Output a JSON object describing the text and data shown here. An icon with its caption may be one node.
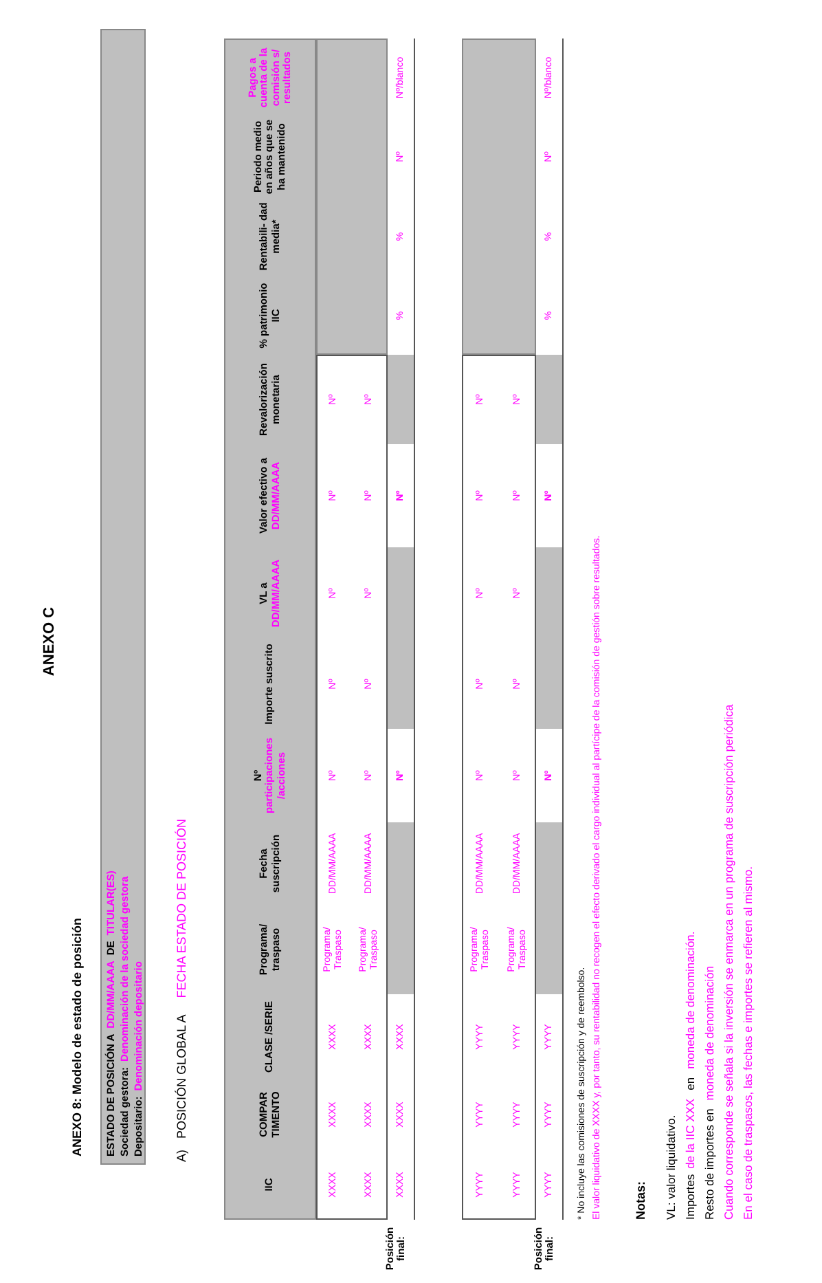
{
  "diagram": {
    "title": "ANEXO C",
    "labels": [
      "ANEXO 8: Modelo de estado de posición",
      "ESTADO DE POSICIÓN A",
      "DD/MM/AAAA",
      "DE",
      "TITULAR(ES)",
      "Sociedad gestora:",
      "Denominación de la sociedad gestora",
      "Depositario:",
      "Denominación depositario",
      "A)",
      "POSICIÓN GLOBAL A",
      "FECHA ESTADO DE POSICIÓN",
      "IIC",
      "COMPAR TIMENTO",
      "CLASE /SERIE",
      "Programa/ traspaso",
      "Fecha suscripción",
      "Nº",
      "participaciones /acciones",
      "Importe suscrito",
      "VL a",
      "DD/MM/AAAA",
      "Valor efectivo a",
      "DD/MM/AAAA",
      "Revalorización monetaria",
      "% patrimonio IIC",
      "Rentabili- dad media*",
      "Periodo medio en años que se ha mantenido",
      "Pagos a cuenta de la comisión s/ resultados",
      "XXXX",
      "XXXX",
      "XXXX",
      "Programa/ Traspaso",
      "DD/MM/AAAA",
      "Nº",
      "Nº",
      "Nº",
      "Nº",
      "Nº",
      "XXXX",
      "XXXX",
      "XXXX",
      "Programa/ Traspaso",
      "DD/MM/AAAA",
      "Nº",
      "Nº",
      "Nº",
      "Nº",
      "Nº",
      "Posición final:",
      "XXXX",
      "XXXX",
      "XXXX",
      "Nº",
      "Nº",
      "%",
      "%",
      "Nº",
      "Nº/blanco",
      "YYYY",
      "YYYY",
      "YYYY",
      "Programa/ Traspaso",
      "DD/MM/AAAA",
      "Nº",
      "Nº",
      "Nº",
      "Nº",
      "Nº",
      "YYYY",
      "YYYY",
      "YYYY",
      "Programa/ Traspaso",
      "DD/MM/AAAA",
      "Nº",
      "Nº",
      "Nº",
      "Nº",
      "Nº",
      "Posición final:",
      "YYYY",
      "YYYY",
      "YYYY",
      "Nº",
      "Nº",
      "%",
      "%",
      "Nº",
      "Nº/blanco",
      "* No incluye las comisiones de suscripción y de reembolso.",
      "El valor liquidativo de XXXX y, por tanto, su rentabilidad no recogen el efecto derivado el cargo individual al partícipe de la comisión de gestión sobre resultados.",
      "Notas:",
      "VL: valor liquidativo.",
      "Importes",
      "de la IIC XXX",
      "en",
      "moneda de denominación.",
      "Resto de importes en",
      "moneda de denominación",
      "Cuando corresponde se señala si la inversión se enmarca en un programa de suscripción periódica",
      "En el caso de traspasos, las fechas e importes se refieren al mismo."
    ]
  }
}
